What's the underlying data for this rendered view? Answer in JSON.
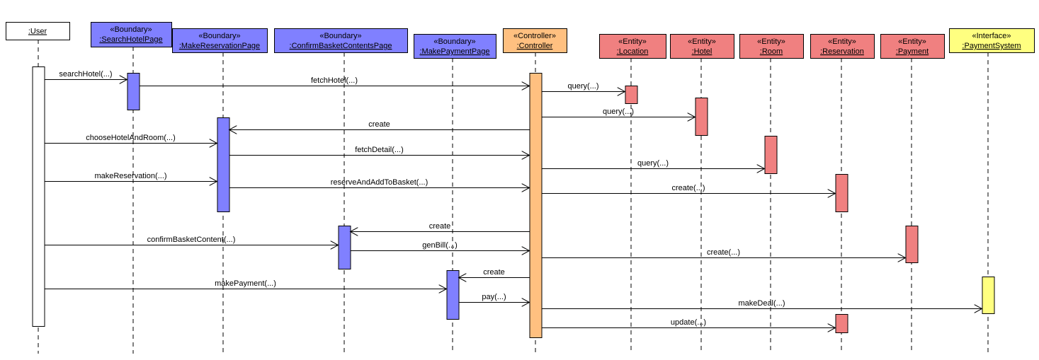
{
  "lifelines": [
    {
      "id": "user",
      "stereotype": "",
      "name": ":User",
      "kind": "actor"
    },
    {
      "id": "searchHotelPage",
      "stereotype": "«Boundary»",
      "name": ":SearchHotelPage",
      "kind": "boundary"
    },
    {
      "id": "makeReservationPage",
      "stereotype": "«Boundary»",
      "name": ":MakeReservationPage",
      "kind": "boundary"
    },
    {
      "id": "confirmBasketContentsPage",
      "stereotype": "«Boundary»",
      "name": ":ConfirmBasketContentsPage",
      "kind": "boundary"
    },
    {
      "id": "makePaymentPage",
      "stereotype": "«Boundary»",
      "name": ":MakePaymentPage",
      "kind": "boundary"
    },
    {
      "id": "controller",
      "stereotype": "«Controller»",
      "name": ":Controller",
      "kind": "controller"
    },
    {
      "id": "location",
      "stereotype": "«Entity»",
      "name": ":Location",
      "kind": "entity"
    },
    {
      "id": "hotel",
      "stereotype": "«Entity»",
      "name": ":Hotel",
      "kind": "entity"
    },
    {
      "id": "room",
      "stereotype": "«Entity»",
      "name": ":Room",
      "kind": "entity"
    },
    {
      "id": "reservation",
      "stereotype": "«Entity»",
      "name": ":Reservation",
      "kind": "entity"
    },
    {
      "id": "payment",
      "stereotype": "«Entity»",
      "name": ":Payment",
      "kind": "entity"
    },
    {
      "id": "paymentSystem",
      "stereotype": "«Interface»",
      "name": ":PaymentSystem",
      "kind": "interface"
    }
  ],
  "messages": [
    {
      "from": "user",
      "to": "searchHotelPage",
      "label": "searchHotel(...)"
    },
    {
      "from": "searchHotelPage",
      "to": "controller",
      "label": "fetchHotel(...)"
    },
    {
      "from": "controller",
      "to": "location",
      "label": "query(...)"
    },
    {
      "from": "controller",
      "to": "hotel",
      "label": "query(...)"
    },
    {
      "from": "controller",
      "to": "makeReservationPage",
      "label": "create"
    },
    {
      "from": "user",
      "to": "makeReservationPage",
      "label": "chooseHotelAndRoom(...)"
    },
    {
      "from": "makeReservationPage",
      "to": "controller",
      "label": "fetchDetail(...)"
    },
    {
      "from": "controller",
      "to": "room",
      "label": "query(...)"
    },
    {
      "from": "user",
      "to": "makeReservationPage",
      "label": "makeReservation(...)"
    },
    {
      "from": "makeReservationPage",
      "to": "controller",
      "label": "reserveAndAddToBasket(...)"
    },
    {
      "from": "controller",
      "to": "reservation",
      "label": "create(...)"
    },
    {
      "from": "controller",
      "to": "confirmBasketContentsPage",
      "label": "create"
    },
    {
      "from": "user",
      "to": "confirmBasketContentsPage",
      "label": "confirmBasketContent(...)"
    },
    {
      "from": "confirmBasketContentsPage",
      "to": "controller",
      "label": "genBill(...)"
    },
    {
      "from": "controller",
      "to": "payment",
      "label": "create(...)"
    },
    {
      "from": "controller",
      "to": "makePaymentPage",
      "label": "create"
    },
    {
      "from": "user",
      "to": "makePaymentPage",
      "label": "makePayment(...)"
    },
    {
      "from": "makePaymentPage",
      "to": "controller",
      "label": "pay(...)"
    },
    {
      "from": "controller",
      "to": "paymentSystem",
      "label": "makeDeal(...)"
    },
    {
      "from": "controller",
      "to": "reservation",
      "label": "update(...)"
    }
  ],
  "colors": {
    "actor": "#ffffff",
    "boundary": "#8080ff",
    "controller": "#ffc080",
    "entity": "#f08080",
    "interface": "#ffff80",
    "line": "#000000"
  }
}
